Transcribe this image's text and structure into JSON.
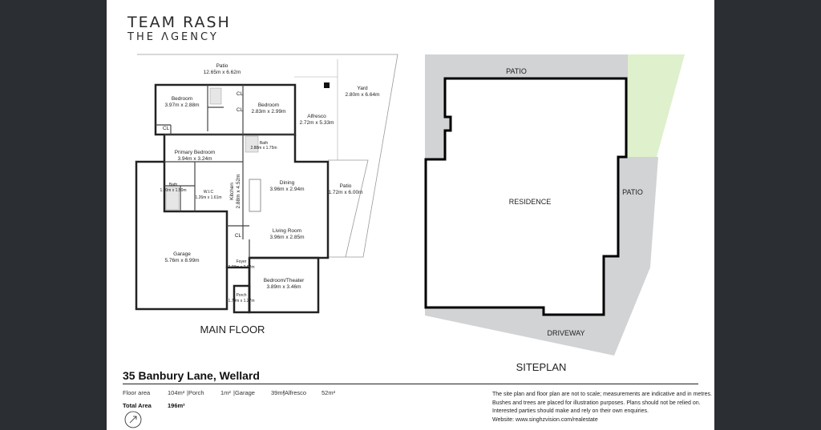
{
  "brand": {
    "line1": "TEAM RASH",
    "line2": "THE ΛGENCY"
  },
  "main_floor": {
    "heading": "MAIN FLOOR",
    "rooms": [
      {
        "id": "patio-top",
        "name": "Patio",
        "size": "12.65m x 6.62m"
      },
      {
        "id": "yard",
        "name": "Yard",
        "size": "2.80m x 6.64m"
      },
      {
        "id": "bedroom-1",
        "name": "Bedroom",
        "size": "3.97m x 2.88m"
      },
      {
        "id": "bedroom-2",
        "name": "Bedroom",
        "size": "2.83m x 2.99m"
      },
      {
        "id": "alfresco",
        "name": "Alfresco",
        "size": "2.72m x 5.33m"
      },
      {
        "id": "bath-1",
        "name": "Bath",
        "size": "2.88m x 1.75m"
      },
      {
        "id": "primary-bedroom",
        "name": "Primary Bedroom",
        "size": "3.94m x 3.24m"
      },
      {
        "id": "kitchen",
        "name": "Kitchen",
        "size": "2.88m x 4.52m"
      },
      {
        "id": "dining",
        "name": "Dining",
        "size": "3.96m x 2.94m"
      },
      {
        "id": "patio-side",
        "name": "Patio",
        "size": "1.72m x 6.00m"
      },
      {
        "id": "ensuite",
        "name": "Bath",
        "size": "1.90m x 1.50m"
      },
      {
        "id": "wic",
        "name": "W.I.C",
        "size": "1.26m x 1.61m"
      },
      {
        "id": "living",
        "name": "Living Room",
        "size": "3.96m x 2.85m"
      },
      {
        "id": "garage",
        "name": "Garage",
        "size": "5.76m x 8.99m"
      },
      {
        "id": "foyer",
        "name": "Foyer",
        "size": "2.08m x 2.62m"
      },
      {
        "id": "theater",
        "name": "Bedroom/Theater",
        "size": "3.89m x 3.46m"
      },
      {
        "id": "porch",
        "name": "Porch",
        "size": "1.79m x 1.27m"
      }
    ],
    "closet_label": "CL"
  },
  "siteplan": {
    "heading": "SITEPLAN",
    "labels": {
      "patio_top": "PATIO",
      "residence": "RESIDENCE",
      "patio_side": "PATIO",
      "driveway": "DRIVEWAY"
    },
    "colors": {
      "hardstand": "#d2d3d5",
      "grass": "#def0cc",
      "wall": "#000000"
    }
  },
  "address": "35 Banbury Lane, Wellard",
  "areas": {
    "floor_area_label": "Floor area",
    "floor_area": "104m²",
    "porch_label": "|Porch",
    "porch": "1m²",
    "garage_label": "|Garage",
    "garage": "39m²",
    "alfresco_label": "|Alfresco",
    "alfresco": "52m²",
    "total_label": "Total Area",
    "total": "196m²"
  },
  "disclaimer": [
    "The site plan and floor plan are not to scale; measurements are indicative and in metres.",
    "Bushes and trees are placed for illustration purposes. Plans should not be relied on.",
    "Interested parties should make and rely on their own enquiries.",
    "Website: www.singhzvision.com/realestate"
  ]
}
